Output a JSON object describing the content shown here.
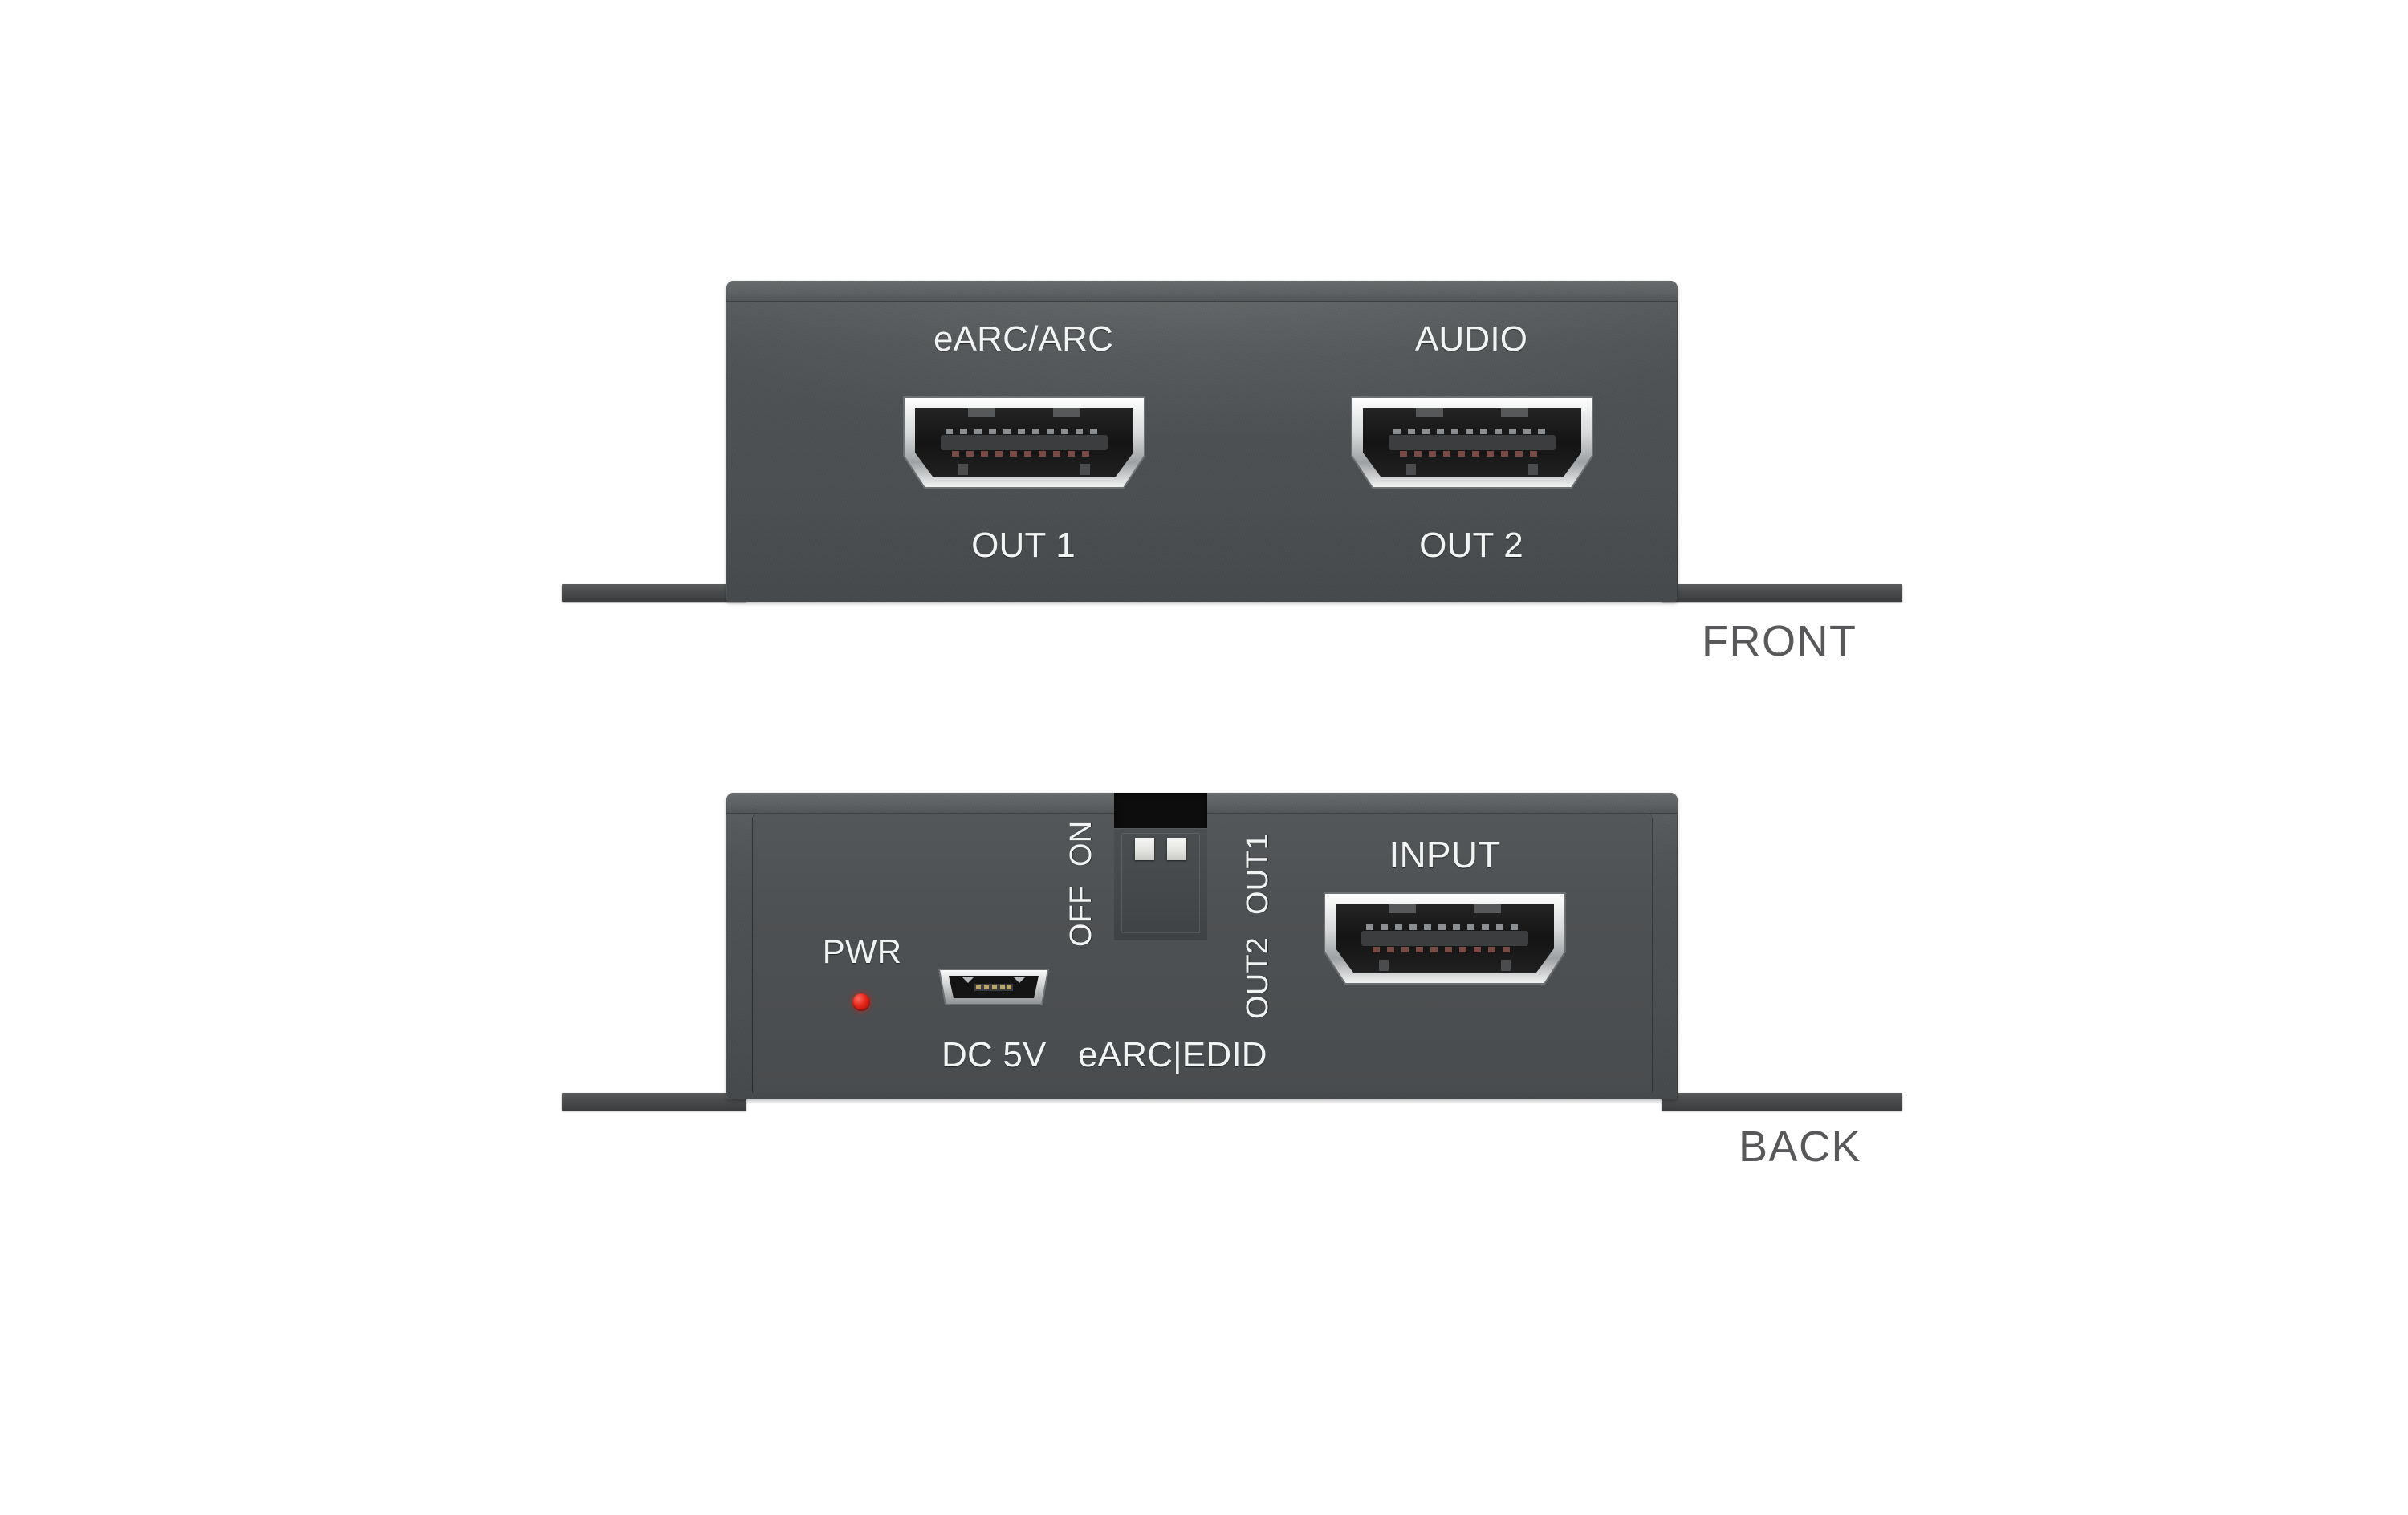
{
  "page": {
    "background_color": "#ffffff",
    "subject": "HDMI audio extractor / splitter — front and back panel views"
  },
  "colors": {
    "chassis": "#4e5153",
    "chassis_bevel": "#626566",
    "silkscreen_text": "#f2f3f3",
    "view_label_text": "#58585a",
    "led_power": "#e8271b",
    "hdmi_shell": "#e9eaea",
    "hdmi_cavity": "#1b1b1b",
    "dip_switch_slider": "#f2f2ef",
    "dip_switch_cutout": "#0d0d0d"
  },
  "views": [
    {
      "id": "front",
      "caption": "FRONT",
      "labels": {
        "port1_top": "eARC/ARC",
        "port1_bottom": "OUT 1",
        "port2_top": "AUDIO",
        "port2_bottom": "OUT 2"
      },
      "ports": [
        {
          "name": "hdmi-out-1",
          "type": "HDMI",
          "top_label": "eARC/ARC",
          "bottom_label": "OUT 1"
        },
        {
          "name": "hdmi-out-2",
          "type": "HDMI",
          "top_label": "AUDIO",
          "bottom_label": "OUT 2"
        }
      ]
    },
    {
      "id": "back",
      "caption": "BACK",
      "labels": {
        "power_led": "PWR",
        "power_jack": "DC 5V",
        "dip_function": "eARC|EDID",
        "dip_state_off": "OFF",
        "dip_state_on": "ON",
        "dip_channel_2": "OUT2",
        "dip_channel_1": "OUT1",
        "input_port": "INPUT"
      },
      "power_led": {
        "name": "PWR",
        "color": "#e8271b",
        "state": "on"
      },
      "power_jack": {
        "name": "DC 5V",
        "type": "micro-USB"
      },
      "dip_switch": {
        "function_label": "eARC|EDID",
        "positions_label": "OFF ON",
        "switch_count": 2,
        "switches": [
          {
            "channel": "OUT2",
            "position": "ON"
          },
          {
            "channel": "OUT1",
            "position": "ON"
          }
        ]
      },
      "ports": [
        {
          "name": "hdmi-input",
          "type": "HDMI",
          "label": "INPUT"
        }
      ]
    }
  ]
}
